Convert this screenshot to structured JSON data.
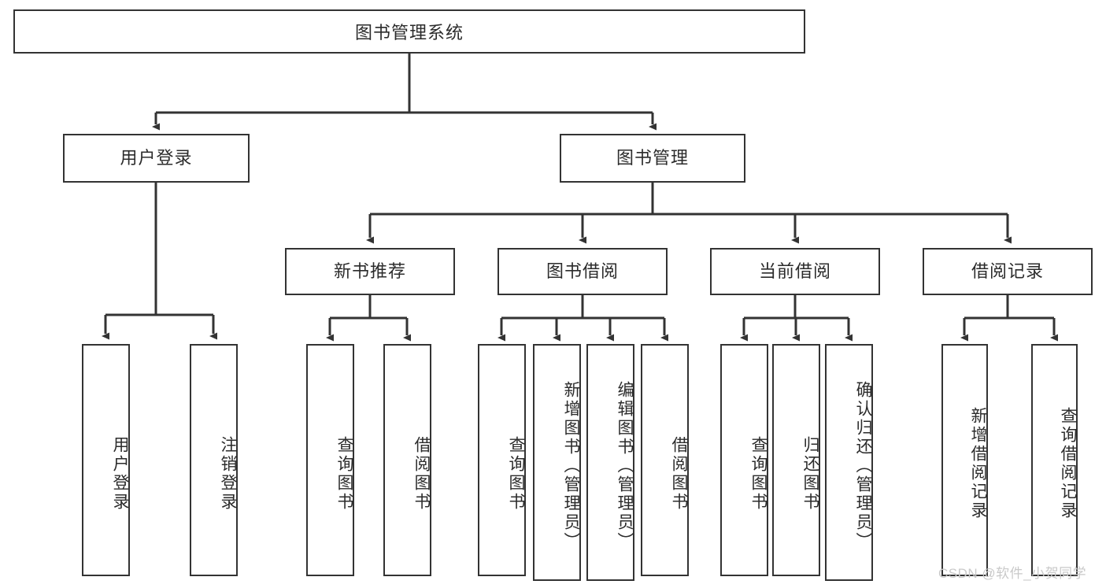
{
  "diagram": {
    "title": "图书管理系统",
    "type": "tree",
    "watermark": "CSDN @软件_小贺同学",
    "colors": {
      "box_border": "#333333",
      "box_fill": "#ffffff",
      "connector": "#333333",
      "text": "#2b2b2b",
      "watermark": "#c9c9c9"
    },
    "root": {
      "label": "图书管理系统"
    },
    "level2": [
      {
        "label": "用户登录"
      },
      {
        "label": "图书管理"
      }
    ],
    "level3": [
      {
        "label": "新书推荐"
      },
      {
        "label": "图书借阅"
      },
      {
        "label": "当前借阅"
      },
      {
        "label": "借阅记录"
      }
    ],
    "leaves": {
      "user_login": [
        {
          "label": "用户登录"
        },
        {
          "label": "注销登录"
        }
      ],
      "new_book_recommend": [
        {
          "label": "查询图书"
        },
        {
          "label": "借阅图书"
        }
      ],
      "book_borrow": [
        {
          "label": "查询图书"
        },
        {
          "label": "新增图书（管理员）"
        },
        {
          "label": "编辑图书（管理员）"
        },
        {
          "label": "借阅图书"
        }
      ],
      "current_borrow": [
        {
          "label": "查询图书"
        },
        {
          "label": "归还图书"
        },
        {
          "label": "确认归还（管理员）"
        }
      ],
      "borrow_record": [
        {
          "label": "新增借阅记录"
        },
        {
          "label": "查询借阅记录"
        }
      ]
    }
  }
}
